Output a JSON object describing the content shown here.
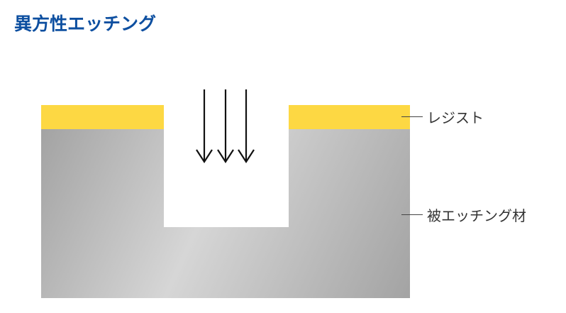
{
  "title": "異方性エッチング",
  "labels": {
    "resist": "レジスト",
    "etched_material": "被エッチング材"
  },
  "colors": {
    "title": "#0d4fa0",
    "resist": "#fdd843",
    "material_dark": "#a3a3a3",
    "material_light": "#d6d6d6",
    "arrow": "#111111",
    "label_text": "#333333"
  },
  "arrows": {
    "count": 3,
    "direction": "down"
  }
}
